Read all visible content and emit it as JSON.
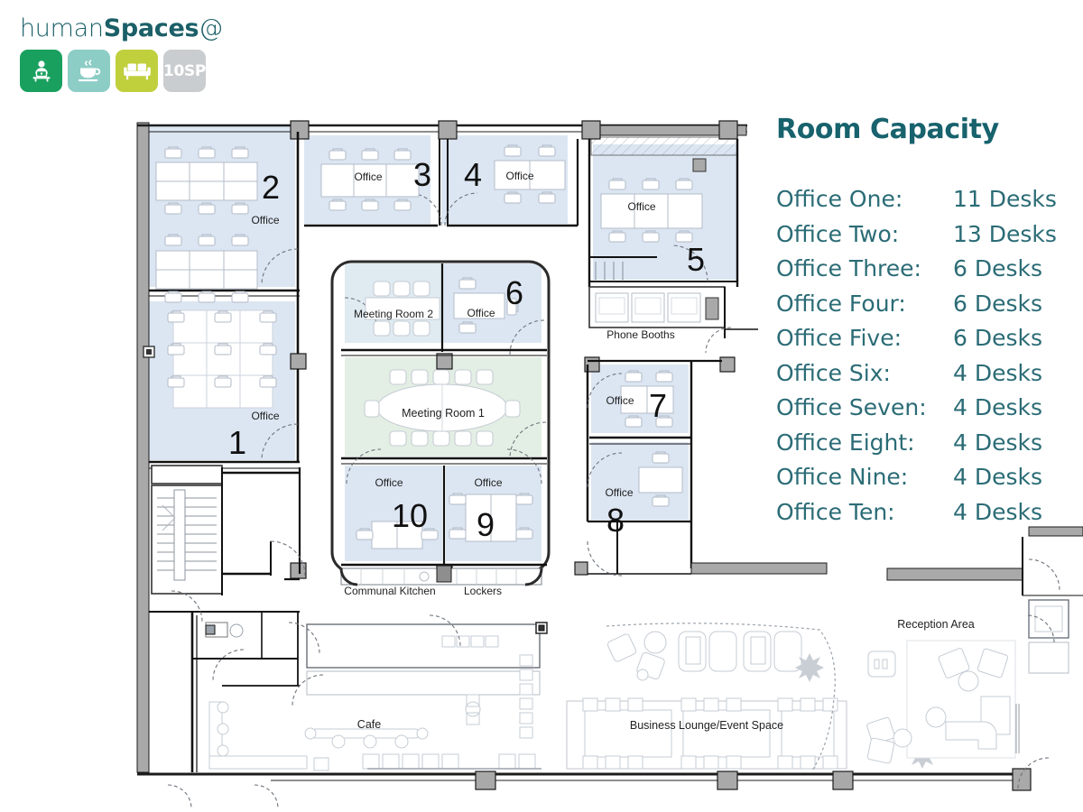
{
  "brand": {
    "wordmark_light": "human",
    "wordmark_bold": "Spaces",
    "wordmark_at": "@",
    "tiles": [
      {
        "icon": "person-at-desk-icon",
        "label": "",
        "color": "#19a05f"
      },
      {
        "icon": "coffee-cup-icon",
        "label": "",
        "color": "#8ccdc6"
      },
      {
        "icon": "sofa-icon",
        "label": "",
        "color": "#c0cf3c"
      },
      {
        "icon": "text-tile",
        "label": "10SP",
        "color": "#c9cdcf"
      }
    ]
  },
  "capacity": {
    "title": "Room Capacity",
    "rows": [
      {
        "name": "Office One:",
        "value": "11 Desks"
      },
      {
        "name": "Office Two:",
        "value": "13 Desks"
      },
      {
        "name": "Office Three:",
        "value": "6 Desks"
      },
      {
        "name": "Office Four:",
        "value": "6 Desks"
      },
      {
        "name": "Office Five:",
        "value": "6 Desks"
      },
      {
        "name": "Office Six:",
        "value": "4 Desks"
      },
      {
        "name": "Office Seven:",
        "value": "4 Desks"
      },
      {
        "name": "Office Eight:",
        "value": "4 Desks"
      },
      {
        "name": "Office Nine:",
        "value": "4 Desks"
      },
      {
        "name": "Office Ten:",
        "value": "4 Desks"
      }
    ]
  },
  "floorplan": {
    "office_label": "Office",
    "room_numbers": [
      "1",
      "2",
      "3",
      "4",
      "5",
      "6",
      "7",
      "8",
      "9",
      "10"
    ],
    "labels": {
      "meeting_room_1": "Meeting Room 1",
      "meeting_room_2": "Meeting Room 2",
      "phone_booths": "Phone Booths",
      "communal_kitchen": "Communal Kitchen",
      "lockers": "Lockers",
      "cafe": "Cafe",
      "business_lounge": "Business Lounge/Event Space",
      "reception_area": "Reception Area"
    },
    "colors": {
      "office_fill": "#dce6f2",
      "meeting_fill": "#e3efe4",
      "wall": "#1a1a1a",
      "column": "#9a9a9a",
      "furniture": "#b9c2cf",
      "teal": "#1b5f68"
    }
  }
}
